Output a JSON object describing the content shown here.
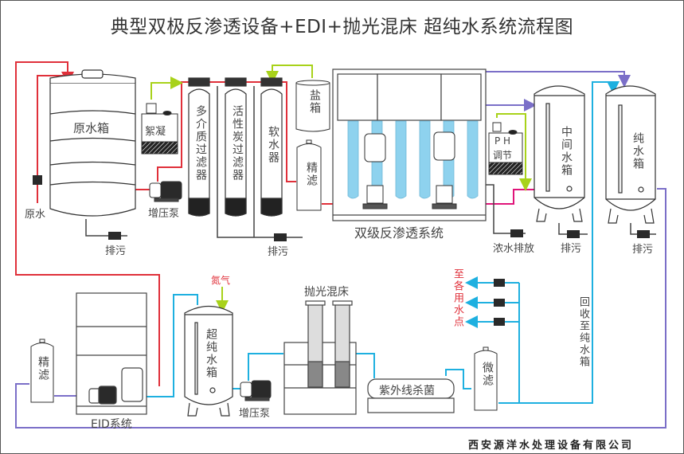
{
  "title": "典型双极反渗透设备+EDI+抛光混床 超纯水系统流程图",
  "colors": {
    "raw_water_pipe": "#e0303a",
    "dosing_pipe": "#a8d21a",
    "concentrate_pipe": "#e0147a",
    "ro_product_pipe": "#7b6fc8",
    "ultrapure_pipe": "#1eb0e0",
    "drain_pipe": "#444444",
    "membrane": "#8ed2ee",
    "point_of_use_text": "#e0303a"
  },
  "equipment": {
    "raw_water_tank": "原水箱",
    "raw_water_inlet": "原水",
    "raw_tank_drain": "排污",
    "flocculant": "絮凝",
    "booster_pump_1": "增压泵",
    "multimedia_filter": "多介质过滤器",
    "carbon_filter": "活性炭过滤器",
    "softener": "软水器",
    "filter_drain": "排污",
    "salt_tank": "盐箱",
    "precision_filter_1": "精滤",
    "ro_system": "双级反渗透系统",
    "ph_adjust_1": "P H",
    "ph_adjust_2": "调节",
    "concentrate_drain": "浓水排放",
    "intermediate_tank": "中间水箱",
    "intermediate_drain": "排污",
    "pure_water_tank": "纯水箱",
    "pure_tank_drain": "排污",
    "nitrogen": "氮气",
    "ultrapure_tank": "超纯水箱",
    "precision_filter_2": "精滤",
    "edi_system": "EID系统",
    "booster_pump_2": "增压泵",
    "polishing_bed": "抛光混床",
    "uv_sterilizer": "紫外线杀菌",
    "micro_filter": "微滤",
    "point_of_use": "至各用水点",
    "return_loop": "回收至纯水箱"
  },
  "company": "西安源洋水处理设备有限公司"
}
